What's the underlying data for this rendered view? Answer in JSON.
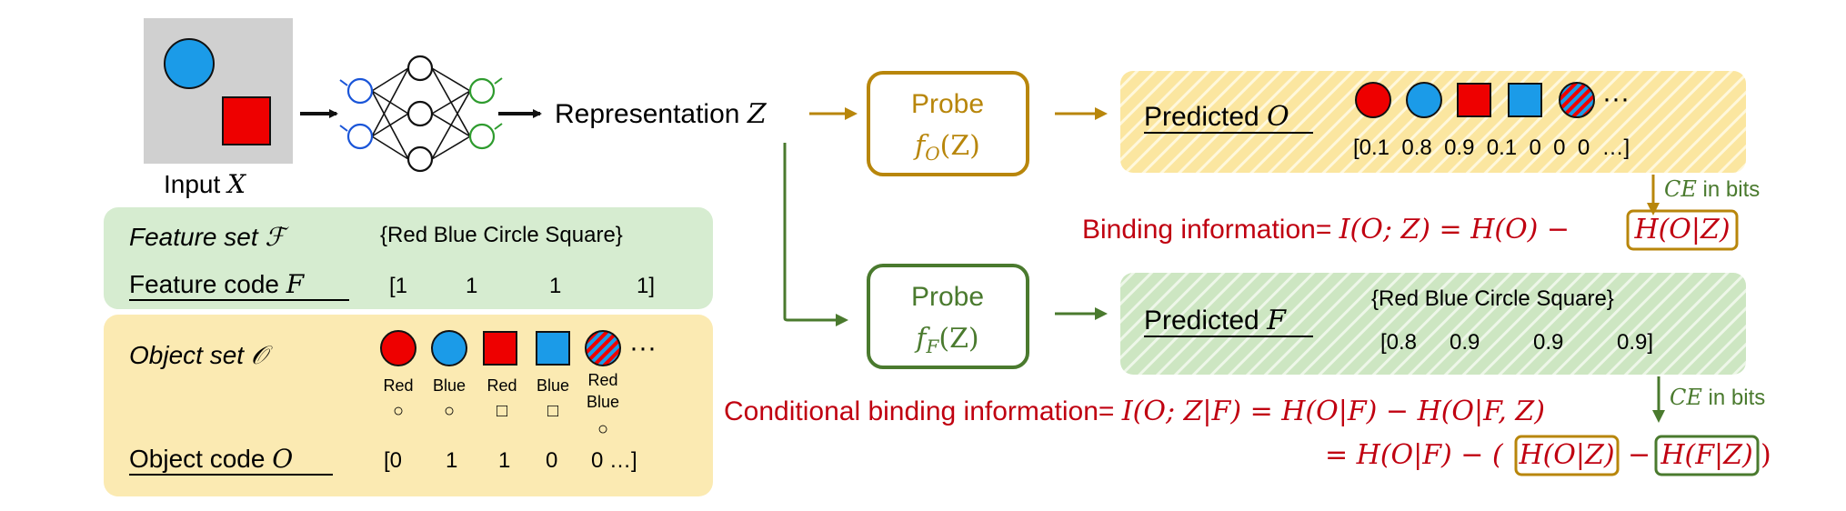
{
  "input": {
    "label": "Input ",
    "var": "X"
  },
  "representation": {
    "label": "Representation ",
    "var": "Z"
  },
  "probe_o": {
    "title": "Probe",
    "fn": "f",
    "sub": "O",
    "arg": "(Z)"
  },
  "probe_f": {
    "title": "Probe",
    "fn": "f",
    "sub": "F",
    "arg": "(Z)"
  },
  "predicted_o": {
    "label": "Predicted ",
    "var": "O",
    "values": "[0.1  0.8  0.9  0.1  0  0  0  …]",
    "ellipsis": "···"
  },
  "predicted_f": {
    "label": "Predicted ",
    "var": "F",
    "set": "{Red Blue Circle Square}",
    "values": [
      "[0.8",
      "0.9",
      "0.9",
      "0.9]"
    ]
  },
  "ce_bits": {
    "ce": "CE",
    "suffix": " in bits"
  },
  "binding": {
    "label": "Binding information= ",
    "formula": "I(O; Z) = H(O) − ",
    "boxed": "H(O|Z)"
  },
  "conditional": {
    "label": "Conditional binding information= ",
    "formula1": "I(O; Z|F) = H(O|F) − H(O|F, Z)",
    "formula2_prefix": "= H(O|F) − (",
    "boxed_o": "H(O|Z)",
    "minus": "−",
    "boxed_f": "H(F|Z)",
    "close": ")"
  },
  "feature_set": {
    "label": "Feature set ",
    "symbol": "ℱ",
    "items": "{Red Blue Circle Square}"
  },
  "feature_code": {
    "label": "Feature code ",
    "var": "F",
    "values": [
      "[1",
      "1",
      "1",
      "1]"
    ]
  },
  "object_set": {
    "label": "Object set ",
    "symbol": "𝒪",
    "ellipsis": "···",
    "captions": [
      {
        "line1": "Red",
        "line2": ""
      },
      {
        "line1": "Blue",
        "line2": ""
      },
      {
        "line1": "Red",
        "line2": ""
      },
      {
        "line1": "Blue",
        "line2": ""
      },
      {
        "line1": "Red",
        "line2": "Blue"
      }
    ],
    "shape_glyphs": [
      "○",
      "○",
      "□",
      "□",
      "○"
    ]
  },
  "object_code": {
    "label": "Object code ",
    "var": "O",
    "values": [
      "[0",
      "1",
      "1",
      "0",
      "0 …]"
    ]
  },
  "colors": {
    "red": "#ee0000",
    "blue": "#1b9be8",
    "probe_o": "#b8860b",
    "probe_f": "#4a7a2e",
    "text_red": "#c00010",
    "green_panel": "#d6ecd0",
    "yellow_panel": "#fbeab2"
  }
}
